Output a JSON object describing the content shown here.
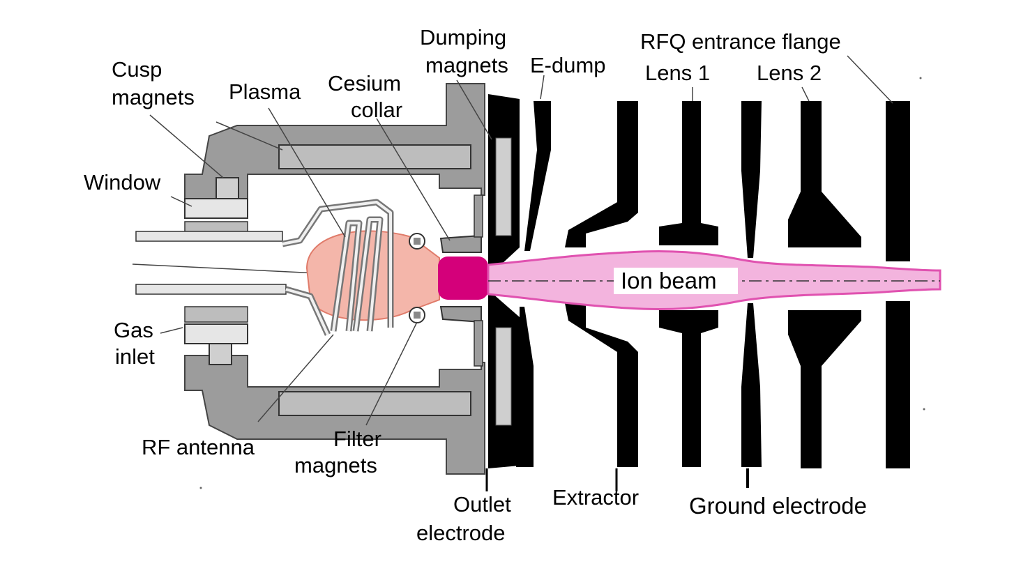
{
  "labels": {
    "cusp_magnets": [
      "Cusp",
      "magnets"
    ],
    "plasma": "Plasma",
    "cesium_collar": [
      "Cesium",
      "collar"
    ],
    "dumping_magnets": [
      "Dumping",
      "magnets"
    ],
    "e_dump": "E-dump",
    "rfq_entrance_flange": "RFQ entrance flange",
    "lens_1": "Lens 1",
    "lens_2": "Lens 2",
    "window": "Window",
    "gas_inlet": [
      "Gas",
      "inlet"
    ],
    "rf_antenna": "RF antenna",
    "filter_magnets": [
      "Filter",
      "magnets"
    ],
    "outlet_electrode": [
      "Outlet",
      "electrode"
    ],
    "extractor": "Extractor",
    "ground_electrode": "Ground electrode",
    "ion_beam": "Ion beam"
  },
  "colors": {
    "housing_gray": "#9c9c9c",
    "light_gray": "#d2d2d2",
    "electrode_black": "#000000",
    "plasma_pink": "#f4b6aa",
    "cesium_magenta": "#d4007a",
    "beam_pink": "#f3b4de",
    "beam_edge": "#e052b0"
  }
}
